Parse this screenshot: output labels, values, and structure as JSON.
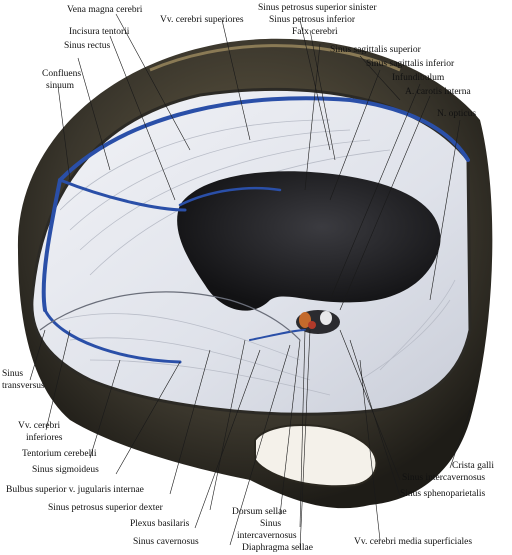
{
  "colors": {
    "background": "#ffffff",
    "skull_bone": "#3a362c",
    "skull_highlight": "#8a7a55",
    "dura_membrane": "#e4e6ec",
    "falx_fibers": "#b9bdc8",
    "sinus_blue": "#2a4fa8",
    "cavity_dark": "#1c1c1e",
    "label_text": "#111111"
  },
  "labels": {
    "vena_magna_cerebri": "Vena magna cerebri",
    "vv_cerebri_superiores": "Vv. cerebri superiores",
    "sinus_petrosus_superior_sinister": "Sinus petrosus superior sinister",
    "sinus_petrosus_inferior": "Sinus petrosus inferior",
    "incisura_tentorii": "Incisura tentorii",
    "falx_cerebri": "Falx cerebri",
    "sinus_rectus": "Sinus rectus",
    "sinus_sagittalis_superior": "Sinus sagittalis superior",
    "confluens_line1": "Confluens",
    "confluens_line2": "sinuum",
    "sinus_sagittalis_inferior": "Sinus sagittalis inferior",
    "infundibulum": "Infundibulum",
    "a_carotis_interna": "A. carotis interna",
    "n_opticus": "N. opticus",
    "sinus_transversus_line1": "Sinus",
    "sinus_transversus_line2": "transversus",
    "vv_cerebri_inferiores_line1": "Vv. cerebri",
    "vv_cerebri_inferiores_line2": "inferiores",
    "tentorium_cerebelli": "Tentorium cerebelli",
    "crista_galli": "Crista galli",
    "sinus_sigmoideus": "Sinus sigmoideus",
    "bulbus_superior": "Bulbus superior v. jugularis internae",
    "sinus_intercavernosus_right": "Sinus intercavernosus",
    "sinus_petrosus_superior_dexter": "Sinus petrosus superior dexter",
    "sinus_sphenoparietalis": "Sinus sphenoparietalis",
    "plexus_basilaris": "Plexus basilaris",
    "dorsum_sellae": "Dorsum sellae",
    "sinus_intercavernosus_bottom_line1": "Sinus",
    "sinus_intercavernosus_bottom_line2": "intercavernosus",
    "sinus_cavernosus": "Sinus cavernosus",
    "vv_cerebri_media_superficiales": "Vv. cerebri media superficiales",
    "diaphragma_sellae": "Diaphragma sellae"
  }
}
